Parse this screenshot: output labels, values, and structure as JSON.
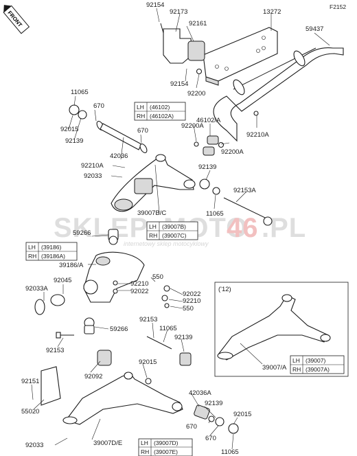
{
  "page_code": "F2152",
  "front_tag": "FRONT",
  "watermark": {
    "brand_a": "SKLEP",
    "brand_b": "MOTO",
    "brand_c": "46",
    "brand_d": ".PL",
    "tagline": "internetowy sklep motocyklowy"
  },
  "part_labels": [
    "92154",
    "92173",
    "13272",
    "92161",
    "59437",
    "92154",
    "92200",
    "11065",
    "670",
    "92015",
    "92139",
    "670",
    "42036",
    "92210A",
    "92033",
    "46102/A",
    "92200A",
    "92210A",
    "92200A",
    "92139",
    "92153A",
    "11065",
    "39007B/C",
    "59266",
    "39186/A",
    "92045",
    "92033A",
    "550",
    "92210",
    "92022",
    "92022",
    "92210",
    "550",
    "59266",
    "92153",
    "11065",
    "92139",
    "92153",
    "92092",
    "92015",
    "92151",
    "55020",
    "42036A",
    "92139",
    "92015",
    "670",
    "670",
    "11065",
    "92033",
    "39007D/E",
    "39007/A"
  ],
  "callouts": {
    "arm_upper_46102": {
      "lh_label": "LH",
      "lh_code": "(46102)",
      "rh_label": "RH",
      "rh_code": "(46102A)"
    },
    "arm_upper_39007": {
      "lh_label": "LH",
      "lh_code": "(39007B)",
      "rh_label": "RH",
      "rh_code": "(39007C)"
    },
    "knuckle_39186": {
      "lh_label": "LH",
      "lh_code": "(39186)",
      "rh_label": "RH",
      "rh_code": "(39186A)"
    },
    "arm_lower_inset": {
      "lh_label": "LH",
      "lh_code": "(39007)",
      "rh_label": "RH",
      "rh_code": "(39007A)"
    },
    "arm_lower_main": {
      "lh_label": "LH",
      "lh_code": "(39007D)",
      "rh_label": "RH",
      "rh_code": "(39007E)"
    }
  },
  "inset": {
    "year": "('12)"
  }
}
